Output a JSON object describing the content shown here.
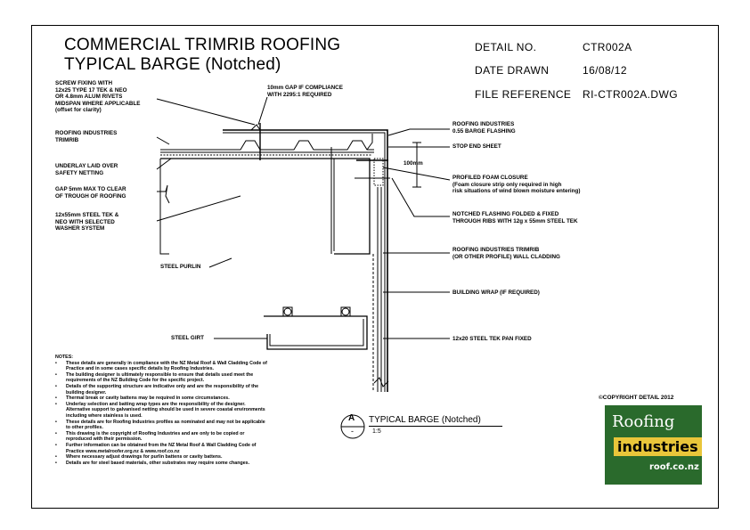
{
  "title": {
    "line1": "COMMERCIAL TRIMRIB ROOFING",
    "line2": "TYPICAL BARGE (Notched)"
  },
  "meta": {
    "detail_no_label": "DETAIL NO.",
    "detail_no_value": "CTR002A",
    "date_label": "DATE DRAWN",
    "date_value": "16/08/12",
    "file_label": "FILE REFERENCE",
    "file_value": "RI-CTR002A.DWG"
  },
  "labels_left": {
    "screw_fixing": [
      "SCREW FIXING WITH",
      "12x25 TYPE 17 TEK & NEO",
      "OR 4.8mm ALUM RIVETS",
      "MIDSPAN WHERE APPLICABLE",
      "(offset for clarity)"
    ],
    "gap_compliance": [
      "10mm GAP IF COMPLIANCE",
      "WITH 2295:1 REQUIRED"
    ],
    "trimrib": [
      "ROOFING INDUSTRIES",
      "TRIMRIB"
    ],
    "underlay": [
      "UNDERLAY LAID OVER",
      "SAFETY NETTING"
    ],
    "gap_clear": [
      "GAP 5mm MAX TO CLEAR",
      "OF TROUGH OF ROOFING"
    ],
    "steel_tek": [
      "12x55mm STEEL TEK &",
      "NEO WITH SELECTED",
      "WASHER SYSTEM"
    ],
    "steel_purlin": "STEEL PURLIN",
    "steel_girt": "STEEL GIRT"
  },
  "labels_right": {
    "barge": [
      "ROOFING INDUSTRIES",
      "0.55 BARGE FLASHING"
    ],
    "stop_end": "STOP END SHEET",
    "dim_100": "100mm",
    "foam": [
      "PROFILED FOAM CLOSURE",
      "(Foam closure strip only required in high",
      "risk situations of wind blown moisture entering)"
    ],
    "notched": [
      "NOTCHED FLASHING FOLDED & FIXED",
      "THROUGH RIBS WITH 12g x 55mm STEEL TEK"
    ],
    "cladding": [
      "ROOFING INDUSTRIES TRIMRIB",
      "(OR OTHER PROFILE) WALL CLADDING"
    ],
    "wrap": "BUILDING WRAP (IF REQUIRED)",
    "tek_pan": "12x20 STEEL TEK PAN FIXED"
  },
  "notes": {
    "heading": "NOTES:",
    "items": [
      [
        "These details are generally in compliance with the NZ Metal Roof & Wall Cladding Code of",
        "Practice and in some cases specific details by Roofing Industries."
      ],
      [
        "The building designer is ultimately responsible to ensure that details used meet the",
        "requirements of the NZ Building Code for the specific project."
      ],
      [
        "Details of the supporting structure are indicative only and are the responsibility of the",
        "building designer."
      ],
      [
        "Thermal break or cavity battens may be required in some circumstances."
      ],
      [
        "Underlay selection and batting wrap types are the responsibility of the designer.",
        "Alternative support to galvanised netting should be used in severe coastal environments",
        "including where stainless is used."
      ],
      [
        "These details are for Roofing Industries profiles as nominated and may not be applicable",
        "to other profiles."
      ],
      [
        "This drawing is the copyright of Roofing Industries and are only to be copied or",
        "reproduced with their permission."
      ],
      [
        "Further information can be obtained from the NZ Metal Roof & Wall Cladding Code of",
        "Practice www.metalroofer.org.nz & www.roof.co.nz"
      ],
      [
        "Where necessary adjust drawings for purlin battens or cavity battens."
      ],
      [
        "Details are for steel based materials, other substrates may require some changes."
      ]
    ]
  },
  "detail_marker": {
    "letter": "A",
    "dash": "-",
    "title": "TYPICAL BARGE (Notched)",
    "scale": "1:5"
  },
  "copyright": "©COPYRIGHT DETAIL 2012",
  "logo": {
    "top": "Roofing",
    "middle": "industries",
    "url": "roof.co.nz",
    "colors": {
      "green": "#2a6a2c",
      "yellow": "#e9c63a"
    }
  }
}
